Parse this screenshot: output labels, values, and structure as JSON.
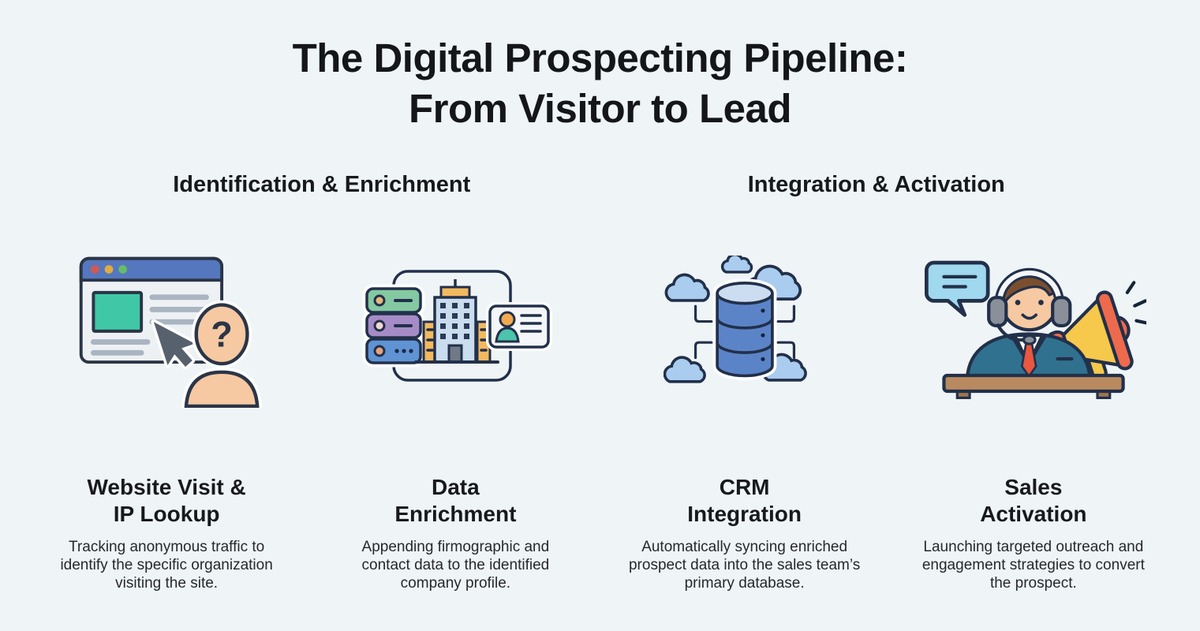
{
  "title": {
    "line1": "The Digital Prospecting Pipeline:",
    "line2": "From Visitor to Lead"
  },
  "sections": [
    {
      "label": "Identification & Enrichment"
    },
    {
      "label": "Integration & Activation"
    }
  ],
  "steps": [
    {
      "icon": "website-visit-ip-lookup-icon",
      "title_line1": "Website Visit &",
      "title_line2": "IP Lookup",
      "description": "Tracking anonymous traffic to identify the specific organization visiting the site."
    },
    {
      "icon": "data-enrichment-icon",
      "title_line1": "Data",
      "title_line2": "Enrichment",
      "description": "Appending firmographic and contact data to the identified company profile."
    },
    {
      "icon": "crm-integration-icon",
      "title_line1": "CRM",
      "title_line2": "Integration",
      "description": "Automatically syncing enriched prospect data into the sales team’s primary database."
    },
    {
      "icon": "sales-activation-icon",
      "title_line1": "Sales",
      "title_line2": "Activation",
      "description": "Launching targeted outreach and engagement strategies to convert the prospect."
    }
  ],
  "colors": {
    "background": "#eff4f7",
    "text": "#17191d",
    "outline": "#2b3547",
    "browser_header_blue": "#5577bd",
    "teal_block": "#3fc7a6",
    "skin": "#f6c9a2",
    "server_green": "#84c9a1",
    "server_purple": "#a68cc7",
    "server_blue": "#5f93d3",
    "building_blue": "#c9ddee",
    "building_orange": "#f3b95f",
    "database_blue": "#5b84c8",
    "database_top": "#ccddf1",
    "cloud_blue": "#a9ccef",
    "bubble_blue": "#9fd8ef",
    "suit_teal": "#30718f",
    "tie_red": "#e8573f",
    "desk_brown": "#b98a5f",
    "megaphone_coral": "#ed6a4d",
    "megaphone_yellow": "#f6c84b"
  }
}
